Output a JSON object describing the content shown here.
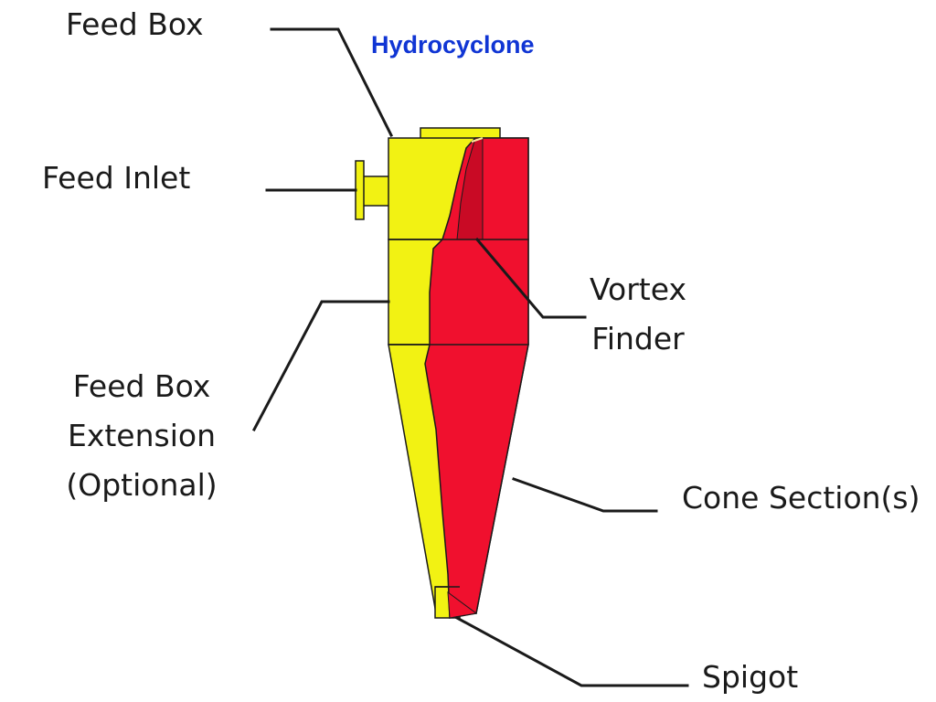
{
  "title": "Hydrocyclone",
  "colors": {
    "title": "#1035d4",
    "body_yellow": "#f2f213",
    "body_yellow_dark": "#c9c90e",
    "cutaway_red": "#f0102e",
    "cutaway_red_dark": "#b00820",
    "outline": "#1a1a1a"
  },
  "labels": {
    "feed_box": "Feed Box",
    "feed_inlet": "Feed Inlet",
    "feed_box_extension": [
      "Feed Box",
      "Extension",
      "(Optional)"
    ],
    "vortex_finder": [
      "Vortex",
      "Finder"
    ],
    "cone_sections": "Cone Section(s)",
    "spigot": "Spigot"
  }
}
